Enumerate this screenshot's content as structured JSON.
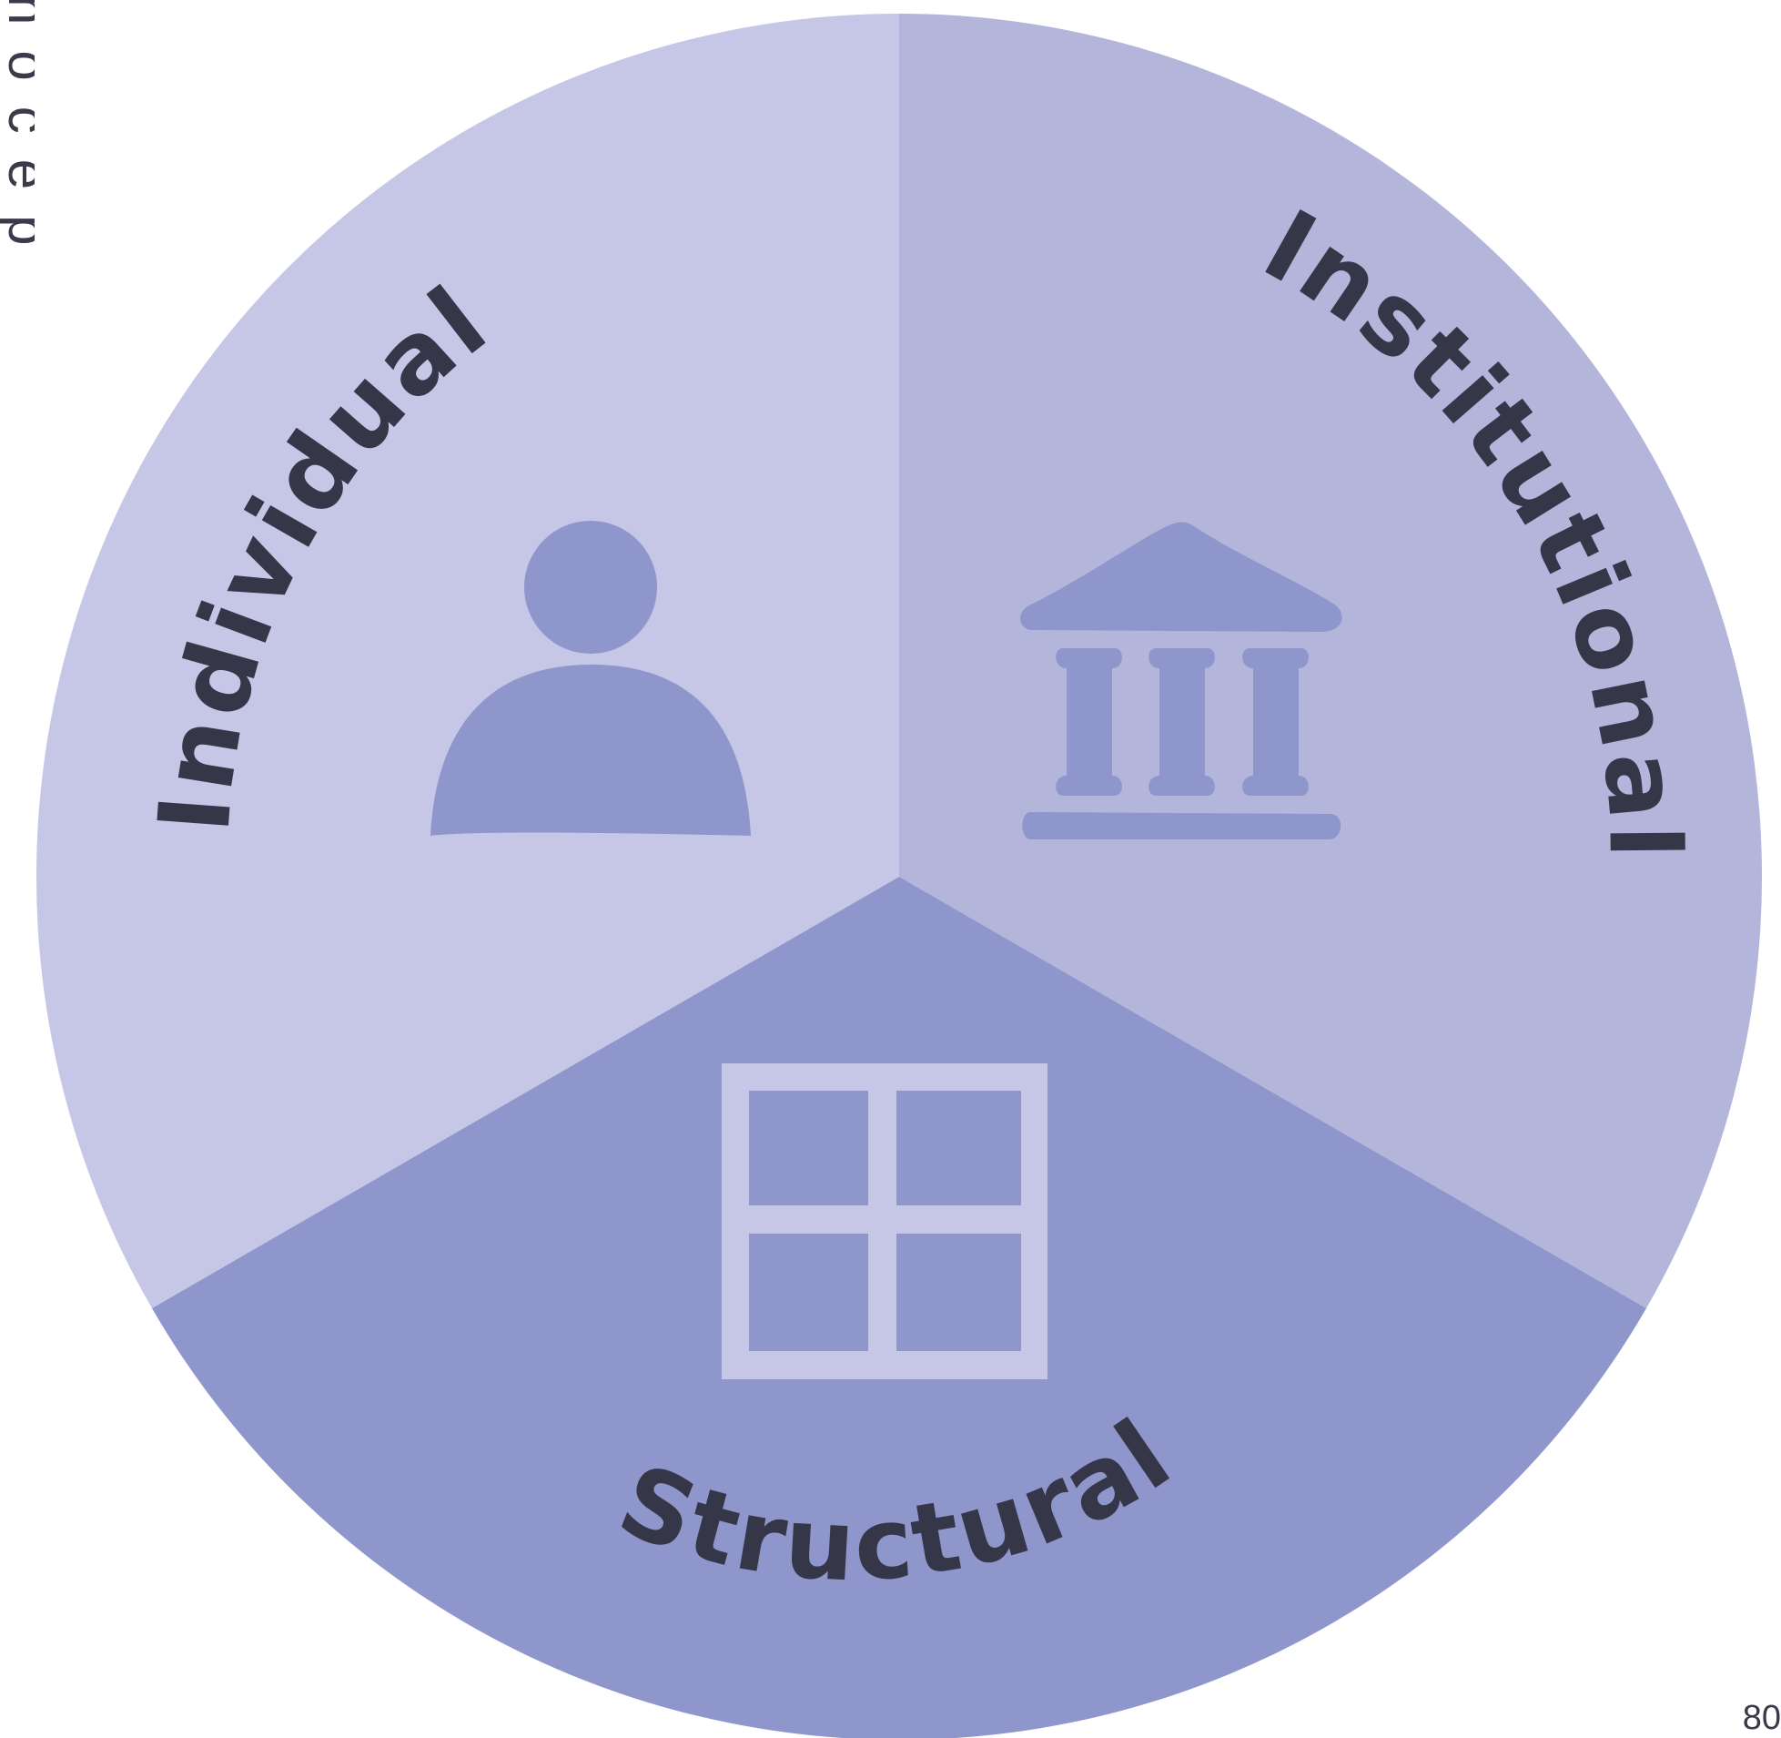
{
  "side_text": "nocep",
  "page_number": "80",
  "segments": [
    {
      "label": "Individual",
      "icon": "person-icon",
      "color": "#c6c7e6"
    },
    {
      "label": "Institutional",
      "icon": "institution-icon",
      "color": "#b3b5da"
    },
    {
      "label": "Structural",
      "icon": "window-grid-icon",
      "color": "#8f96cb"
    }
  ],
  "colors": {
    "icon": "#8f96cb",
    "icon_on_dark": "#c6c7e6",
    "label": "#363649"
  }
}
